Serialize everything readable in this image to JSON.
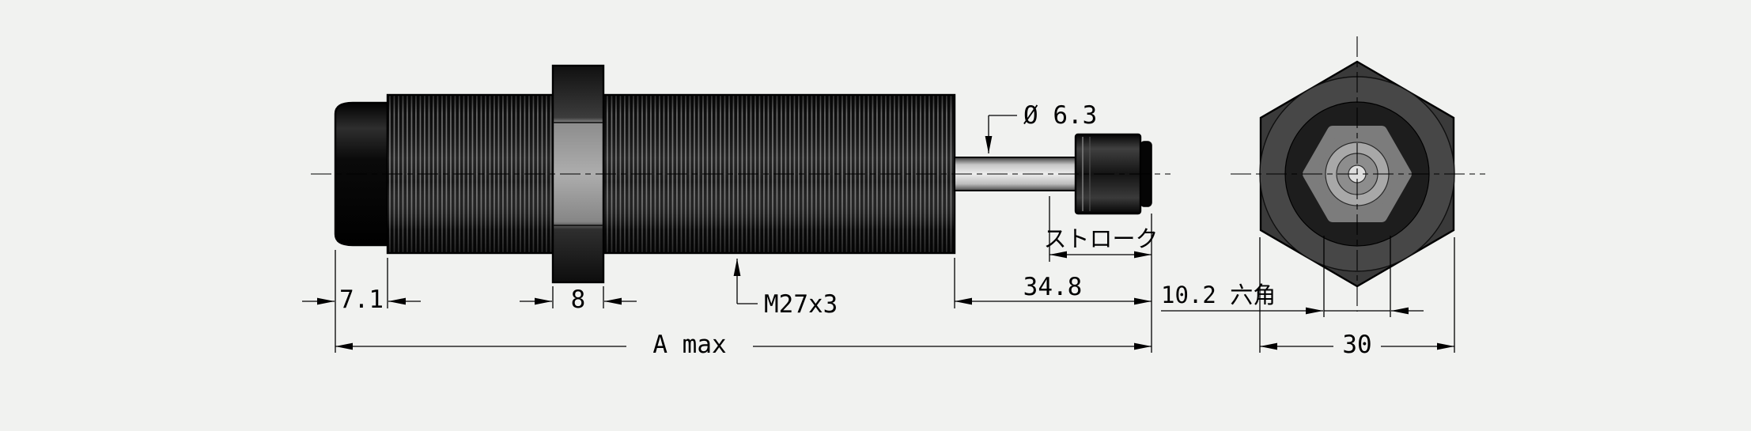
{
  "colors": {
    "background": "#f1f2f0",
    "line": "#000000",
    "body_black": "#111111"
  },
  "side_view": {
    "dim_cap_width": "7.1",
    "dim_nut_width": "8",
    "thread_callout": "M27x3",
    "dim_overall_length": "A max",
    "rod_diameter": "Ø 6.3",
    "stroke_label": "ストローク",
    "dim_rod_extension": "34.8"
  },
  "end_view": {
    "dim_hex_socket": "10.2 六角",
    "dim_across_flats": "30"
  }
}
